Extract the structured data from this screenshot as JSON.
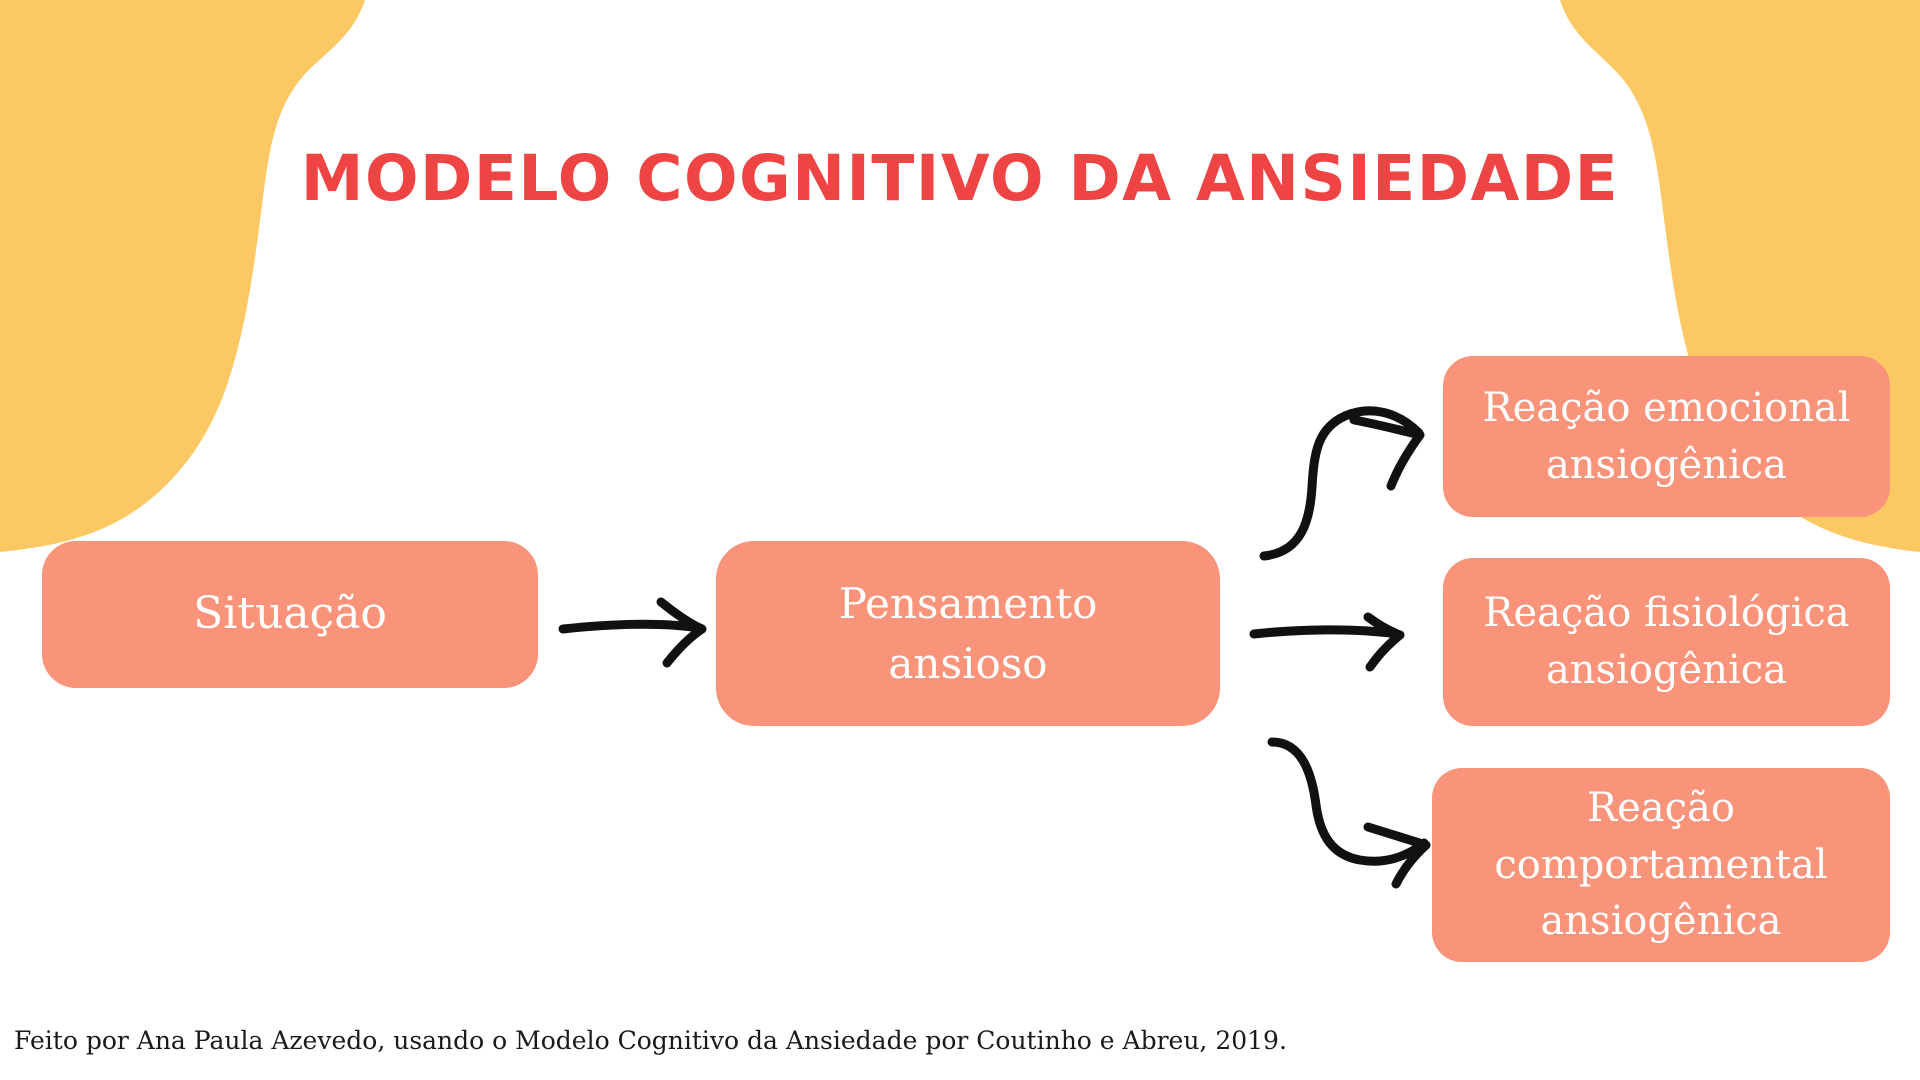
{
  "slide": {
    "title": "MODELO COGNITIVO DA ANSIEDADE",
    "footer": "Feito por Ana Paula Azevedo, usando o Modelo Cognitivo da Ansiedade por Coutinho e Abreu, 2019."
  },
  "colors": {
    "background": "#ffffff",
    "accent_yellow": "#fbc863",
    "title_red": "#ee4444",
    "box_salmon": "#f9937a",
    "box_text": "#ffffff",
    "arrow_black": "#111111",
    "footer_text": "#1a1a1a"
  },
  "diagram": {
    "type": "flowchart",
    "nodes": [
      {
        "id": "situacao",
        "label": "Situação",
        "column": 1,
        "row": 1
      },
      {
        "id": "pensamento",
        "label": "Pensamento\nansioso",
        "line1": "Pensamento",
        "line2": "ansioso",
        "column": 2,
        "row": 1
      },
      {
        "id": "emocional",
        "label": "Reação emocional ansiogênica",
        "line1": "Reação emocional",
        "line2": "ansiogênica",
        "column": 3,
        "row": 1
      },
      {
        "id": "fisiologica",
        "label": "Reação fisiológica ansiogênica",
        "line1": "Reação fisiológica",
        "line2": "ansiogênica",
        "column": 3,
        "row": 2
      },
      {
        "id": "comportamental",
        "label": "Reação comportamental ansiogênica",
        "line1": "Reação",
        "line2": "comportamental",
        "line3": "ansiogênica",
        "column": 3,
        "row": 3
      }
    ],
    "edges": [
      {
        "from": "situacao",
        "to": "pensamento",
        "style": "straight-arrow"
      },
      {
        "from": "pensamento",
        "to": "emocional",
        "style": "curved-arrow-up"
      },
      {
        "from": "pensamento",
        "to": "fisiologica",
        "style": "straight-arrow"
      },
      {
        "from": "pensamento",
        "to": "comportamental",
        "style": "curved-arrow-down"
      }
    ]
  },
  "decor": {
    "top_left_blob": "organic-yellow-blob",
    "top_right_blob": "organic-yellow-blob"
  }
}
